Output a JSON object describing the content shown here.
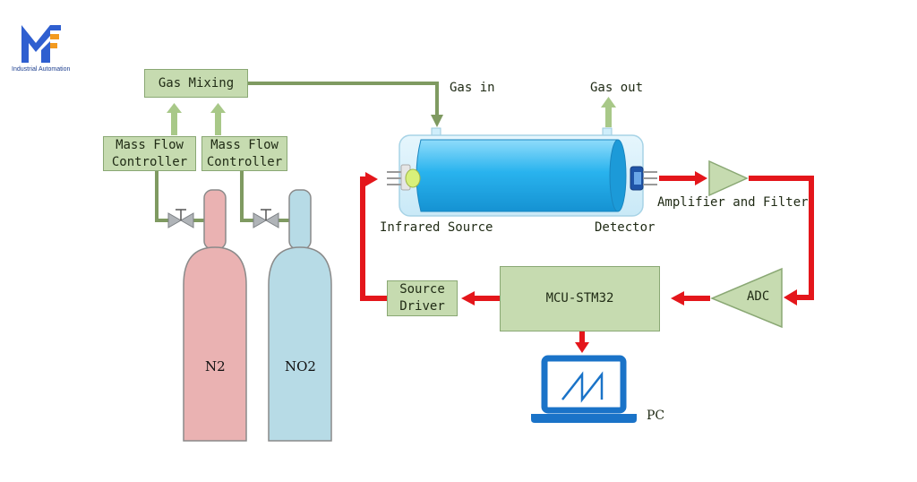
{
  "brand": {
    "tagline": "Industrial Automation",
    "colors": {
      "blue": "#2f5fd0",
      "orange": "#f39a1f"
    },
    "icon": "mf-logo-icon"
  },
  "blocks": {
    "gas_mixing": "Gas Mixing",
    "mfc_left_line1": "Mass Flow",
    "mfc_left_line2": "Controller",
    "mfc_right_line1": "Mass Flow",
    "mfc_right_line2": "Controller",
    "source_driver_line1": "Source",
    "source_driver_line2": "Driver",
    "mcu": "MCU-STM32",
    "adc": "ADC"
  },
  "labels": {
    "gas_in": "Gas in",
    "gas_out": "Gas out",
    "infrared_source": "Infrared Source",
    "detector": "Detector",
    "amplifier": "Amplifier and Filter",
    "pc": "PC"
  },
  "cylinders": {
    "n2": "N2",
    "no2": "NO2"
  },
  "colors": {
    "block_fill": "#c6dbb0",
    "block_border": "#8aa874",
    "pipe": "#7f9a61",
    "signal_arrow": "#e4161b",
    "n2_cylinder": "#eab2b2",
    "no2_cylinder": "#b7dbe6",
    "gas_cell": "#2fb6ee",
    "pc_blue": "#1a73c8"
  }
}
